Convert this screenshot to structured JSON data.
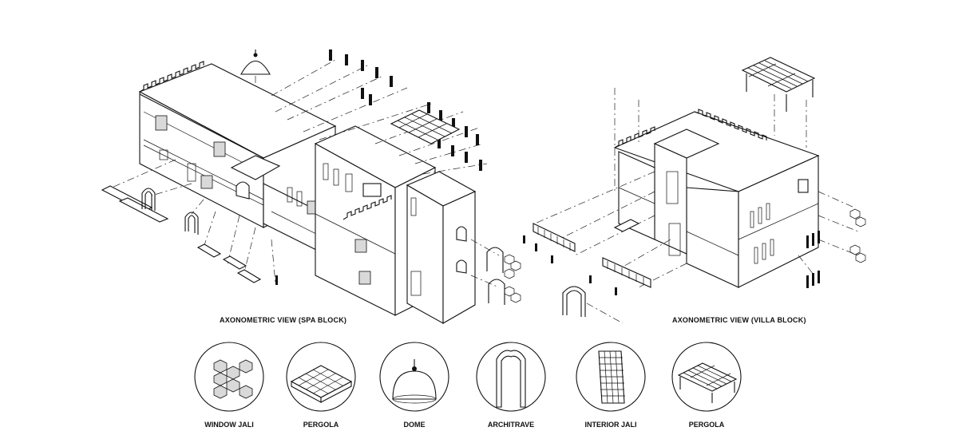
{
  "captions": {
    "spa": "AXONOMETRIC VIEW (SPA BLOCK)",
    "villa": "AXONOMETRIC VIEW (VILLA BLOCK)"
  },
  "elements": [
    {
      "label": "WINDOW JALI",
      "icon": "window-jali-icon"
    },
    {
      "label": "PERGOLA",
      "icon": "pergola-grid-icon"
    },
    {
      "label": "DOME",
      "icon": "dome-icon"
    },
    {
      "label": "ARCHITRAVE",
      "icon": "architrave-icon"
    },
    {
      "label": "INTERIOR JALI",
      "icon": "interior-jali-icon"
    },
    {
      "label": "PERGOLA",
      "icon": "pergola-slat-icon"
    }
  ]
}
